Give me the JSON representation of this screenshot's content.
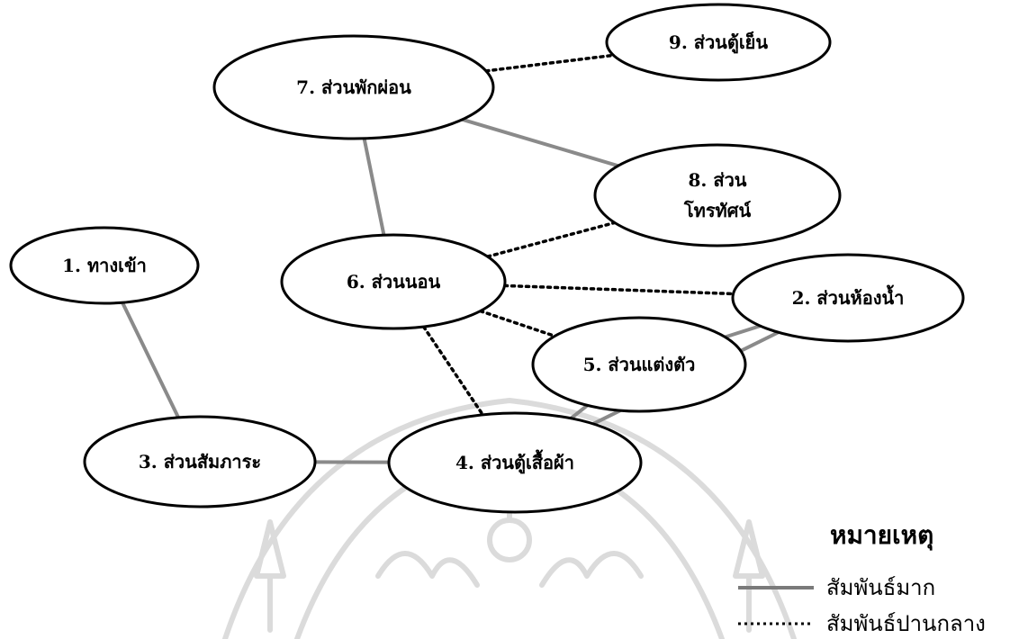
{
  "nodes": [
    {
      "id": "entrance",
      "label": "1. ทางเข้า"
    },
    {
      "id": "bathroom",
      "label": "2. ส่วนห้องน้ำ"
    },
    {
      "id": "luggage",
      "label": "3. ส่วนสัมภาระ"
    },
    {
      "id": "wardrobe",
      "label": "4. ส่วนตู้เสื้อผ้า"
    },
    {
      "id": "dressing",
      "label": "5. ส่วนแต่งตัว"
    },
    {
      "id": "sleeping",
      "label": "6. ส่วนนอน"
    },
    {
      "id": "lounge",
      "label": "7. ส่วนพักผ่อน"
    },
    {
      "id": "tv",
      "label": "8. ส่วน",
      "label2": "โทรทัศน์"
    },
    {
      "id": "fridge",
      "label": "9. ส่วนตู้เย็น"
    }
  ],
  "edges": [
    {
      "from": "entrance",
      "to": "luggage",
      "type": "strong"
    },
    {
      "from": "luggage",
      "to": "wardrobe",
      "type": "strong"
    },
    {
      "from": "wardrobe",
      "to": "dressing",
      "type": "strong"
    },
    {
      "from": "wardrobe",
      "to": "bathroom",
      "type": "strong"
    },
    {
      "from": "dressing",
      "to": "bathroom",
      "type": "strong"
    },
    {
      "from": "sleeping",
      "to": "lounge",
      "type": "strong"
    },
    {
      "from": "lounge",
      "to": "tv",
      "type": "strong"
    },
    {
      "from": "lounge",
      "to": "fridge",
      "type": "moderate"
    },
    {
      "from": "sleeping",
      "to": "tv",
      "type": "moderate"
    },
    {
      "from": "sleeping",
      "to": "bathroom",
      "type": "moderate"
    },
    {
      "from": "sleeping",
      "to": "dressing",
      "type": "moderate"
    },
    {
      "from": "sleeping",
      "to": "wardrobe",
      "type": "moderate"
    }
  ],
  "legend": {
    "title": "หมายเหตุ",
    "strong_label": "สัมพันธ์มาก",
    "moderate_label": "สัมพันธ์ปานกลาง"
  }
}
